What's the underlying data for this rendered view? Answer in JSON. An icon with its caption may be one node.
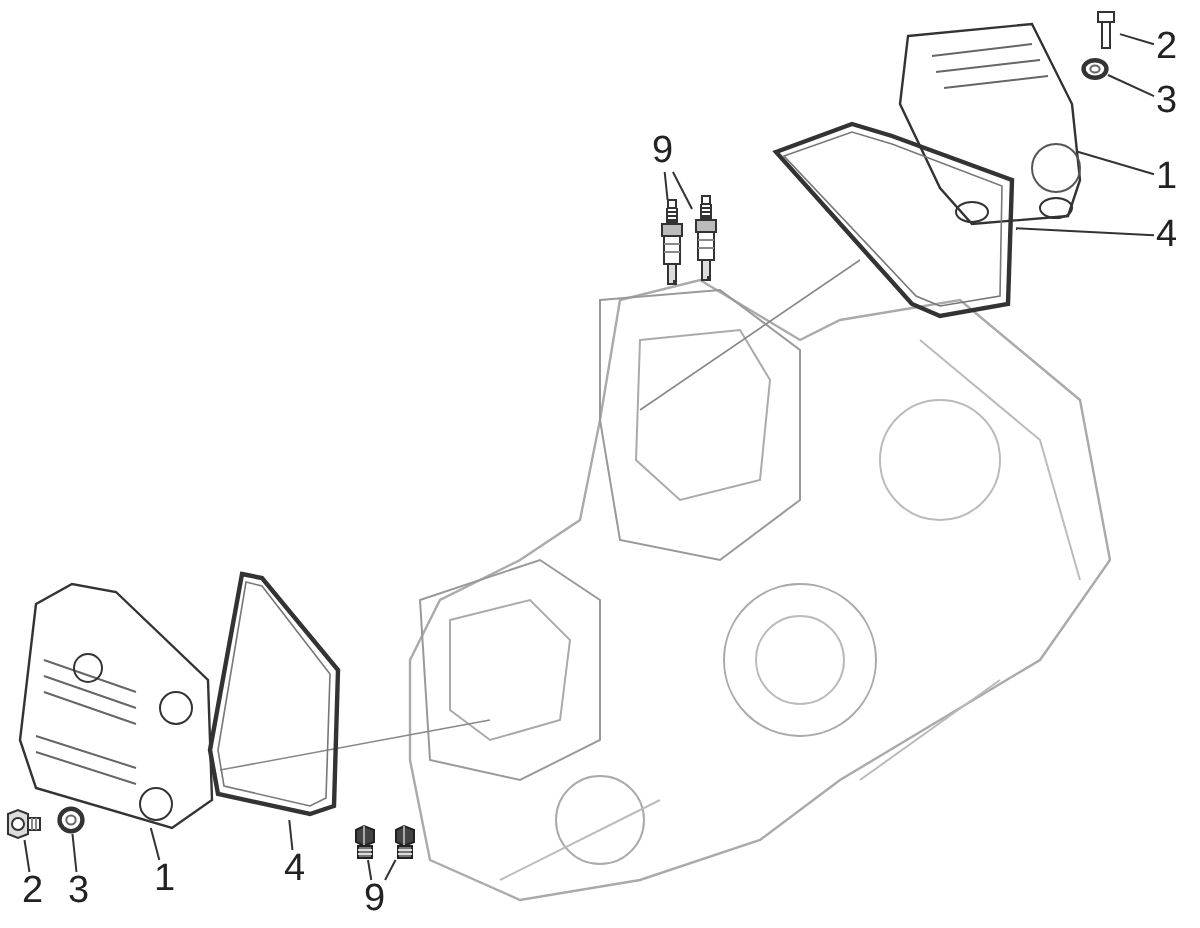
{
  "diagram": {
    "nodes": [
      {
        "text": [
          "2"
        ]
      },
      {
        "text": [
          "3"
        ]
      },
      {
        "text": [
          "1"
        ]
      },
      {
        "text": [
          "4"
        ]
      },
      {
        "text": [
          "9"
        ]
      },
      {
        "text": [],
        "shape": "picture"
      },
      {
        "text": [],
        "shape": "circle"
      },
      {
        "text": [],
        "shape": "picture"
      },
      {
        "text": [],
        "shape": "picture"
      },
      {
        "text": [],
        "shape": "picture"
      },
      {
        "text": [],
        "shape": "picture"
      },
      {
        "text": [
          "2"
        ]
      },
      {
        "text": [
          "3"
        ]
      },
      {
        "text": [
          "1"
        ]
      },
      {
        "text": [
          "4"
        ]
      },
      {
        "text": [
          "9"
        ]
      },
      {
        "text": [],
        "shape": "picture"
      },
      {
        "text": [],
        "shape": "circle"
      },
      {
        "text": [],
        "shape": "picture"
      },
      {
        "text": [],
        "shape": "picture"
      },
      {
        "text": [],
        "shape": "picture"
      },
      {
        "text": [],
        "shape": "picture"
      }
    ],
    "edges": [
      {
        "from": 0,
        "to": 5,
        "arrow": "none"
      },
      {
        "from": 1,
        "to": 6,
        "arrow": "none"
      },
      {
        "from": 2,
        "to": 7,
        "arrow": "none"
      },
      {
        "from": 3,
        "to": 8,
        "arrow": "none"
      },
      {
        "from": 4,
        "to": 9,
        "arrow": "none"
      },
      {
        "from": 4,
        "to": 10,
        "arrow": "none"
      },
      {
        "from": 11,
        "to": 16,
        "arrow": "none"
      },
      {
        "from": 12,
        "to": 17,
        "arrow": "none"
      },
      {
        "from": 13,
        "to": 18,
        "arrow": "none"
      },
      {
        "from": 14,
        "to": 19,
        "arrow": "none"
      },
      {
        "from": 15,
        "to": 20,
        "arrow": "none"
      },
      {
        "from": 15,
        "to": 21,
        "arrow": "none"
      }
    ]
  }
}
